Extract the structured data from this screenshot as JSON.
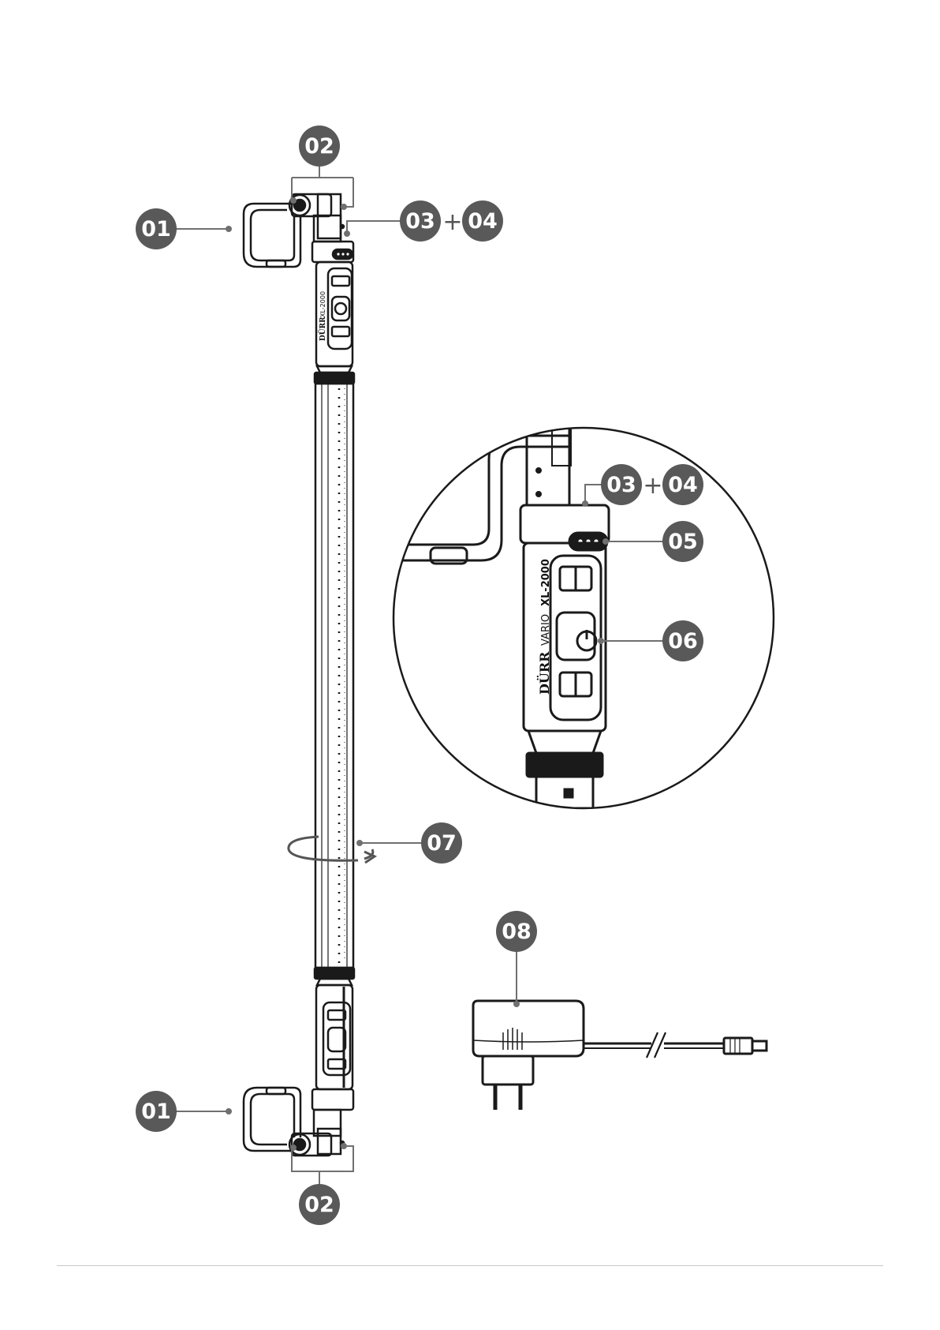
{
  "callouts": {
    "c01_top": "01",
    "c02_top": "02",
    "c03_top": "03",
    "c04_top": "04",
    "plus_top": "+",
    "c03_zoom": "03",
    "c04_zoom": "04",
    "plus_zoom": "+",
    "c05": "05",
    "c06": "06",
    "c07": "07",
    "c08": "08",
    "c01_bottom": "01",
    "c02_bottom": "02"
  },
  "product": {
    "brand": "DÜRR",
    "model_prefix": "VARIO",
    "model": "XL-2000"
  },
  "colors": {
    "callout_fill": "#595959",
    "leader_line": "#707070",
    "outline": "#1a1a1a"
  }
}
